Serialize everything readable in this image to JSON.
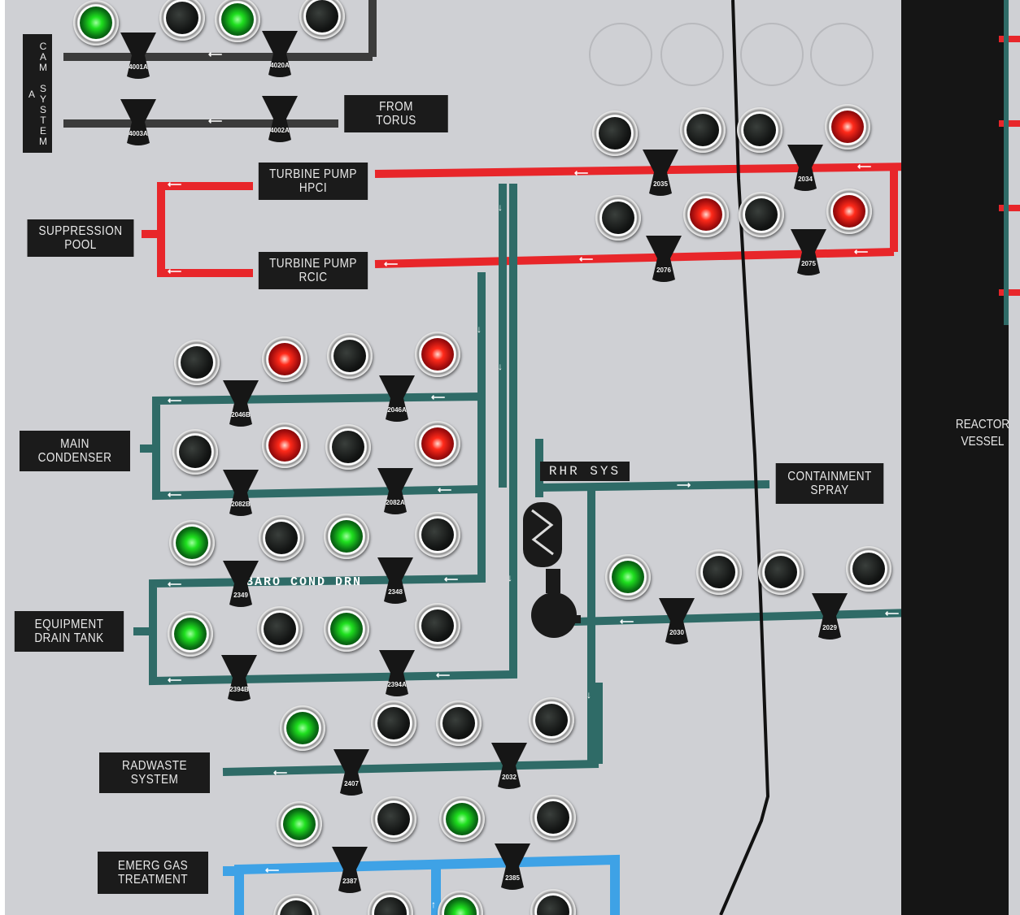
{
  "labels": {
    "cam_system": "CAM SYSTEM A",
    "from_torus": "FROM\nTORUS",
    "turbine_pump_hpci": "TURBINE PUMP\nHPCI",
    "turbine_pump_rcic": "TURBINE PUMP\nRCIC",
    "suppression_pool": "SUPPRESSION\nPOOL",
    "main_condenser": "MAIN\nCONDENSER",
    "equipment_drain_tank": "EQUIPMENT\nDRAIN TANK",
    "radwaste_system": "RADWASTE\nSYSTEM",
    "emerg_gas_treatment": "EMERG GAS\nTREATMENT",
    "rhr_sys": "RHR SYS",
    "containment_spray": "CONTAINMENT\nSPRAY",
    "reactor_vessel": "REACTOR\nVESSEL",
    "baro_cond_drn": "BARO COND DRN"
  },
  "valves": {
    "v4001A": "4001A",
    "v4020A": "4020A",
    "v4003A": "4003A",
    "v4002A": "4002A",
    "v2035": "2035",
    "v2034": "2034",
    "v2076": "2076",
    "v2075": "2075",
    "v2046B": "2046B",
    "v2046A": "2046A",
    "v2082B": "2082B",
    "v2082A": "2082A",
    "v2349": "2349",
    "v2348": "2348",
    "v2394B": "2394B",
    "v2394A": "2394A",
    "v2030": "2030",
    "v2029": "2029",
    "v2407": "2407",
    "v2032": "2032",
    "v2387": "2387",
    "v2385": "2385"
  },
  "colors": {
    "panel": "#cfd0d4",
    "pipe_teal": "#2f6b67",
    "pipe_red": "#e8262a",
    "pipe_blue": "#3ea2e6",
    "pipe_dark": "#3b3b3b",
    "label_bg": "#1b1b1b"
  }
}
